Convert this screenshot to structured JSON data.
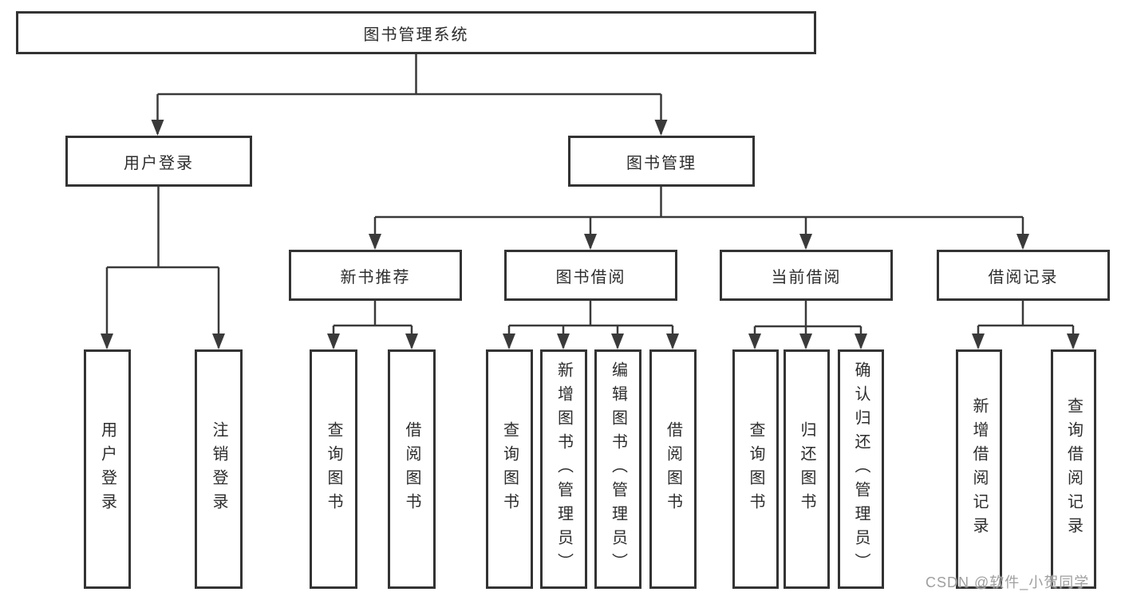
{
  "tree": {
    "label": "图书管理系统",
    "children": [
      {
        "label": "用户登录",
        "children": [
          {
            "label": "用户登录"
          },
          {
            "label": "注销登录"
          }
        ]
      },
      {
        "label": "图书管理",
        "children": [
          {
            "label": "新书推荐",
            "children": [
              {
                "label": "查询图书"
              },
              {
                "label": "借阅图书"
              }
            ]
          },
          {
            "label": "图书借阅",
            "children": [
              {
                "label": "查询图书"
              },
              {
                "label": "新增图书（管理员）"
              },
              {
                "label": "编辑图书（管理员）"
              },
              {
                "label": "借阅图书"
              }
            ]
          },
          {
            "label": "当前借阅",
            "children": [
              {
                "label": "查询图书"
              },
              {
                "label": "归还图书"
              },
              {
                "label": "确认归还（管理员）"
              }
            ]
          },
          {
            "label": "借阅记录",
            "children": [
              {
                "label": "新增借阅记录"
              },
              {
                "label": "查询借阅记录"
              }
            ]
          }
        ]
      }
    ]
  },
  "watermark": "CSDN @软件_小贺同学",
  "colors": {
    "line": "#3a3a3a",
    "box_border": "#333333",
    "text": "#2d2d2d",
    "background": "#ffffff",
    "watermark": "#9f9f9f"
  }
}
